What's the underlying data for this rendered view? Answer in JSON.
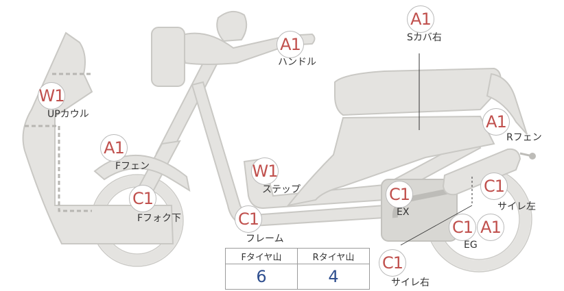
{
  "parts": [
    {
      "id": "handle",
      "code": "A1",
      "label": "ハンドル"
    },
    {
      "id": "s-cover-right",
      "code": "A1",
      "label": "Sカバ右"
    },
    {
      "id": "up-cowl",
      "code": "W1",
      "label": "UPカウル"
    },
    {
      "id": "f-fender",
      "code": "A1",
      "label": "Fフェン"
    },
    {
      "id": "r-fender",
      "code": "A1",
      "label": "Rフェン"
    },
    {
      "id": "step",
      "code": "W1",
      "label": "ステップ"
    },
    {
      "id": "f-fork-lower",
      "code": "C1",
      "label": "Fフォク下"
    },
    {
      "id": "frame",
      "code": "C1",
      "label": "フレーム"
    },
    {
      "id": "ex",
      "code": "C1",
      "label": "EX"
    },
    {
      "id": "muffler-left",
      "code": "C1",
      "label": "サイレ左"
    },
    {
      "id": "eg",
      "code": "C1",
      "label": "EG"
    },
    {
      "id": "eg-a1",
      "code": "A1",
      "label": ""
    },
    {
      "id": "muffler-right",
      "code": "C1",
      "label": "サイレ右"
    }
  ],
  "tread": {
    "headers": [
      "Fタイヤ山",
      "Rタイヤ山"
    ],
    "values": [
      "6",
      "4"
    ]
  },
  "colors": {
    "badge_text": "#c0504d",
    "value_text": "#2f4f8f",
    "body_fill": "#e4e3e0"
  }
}
